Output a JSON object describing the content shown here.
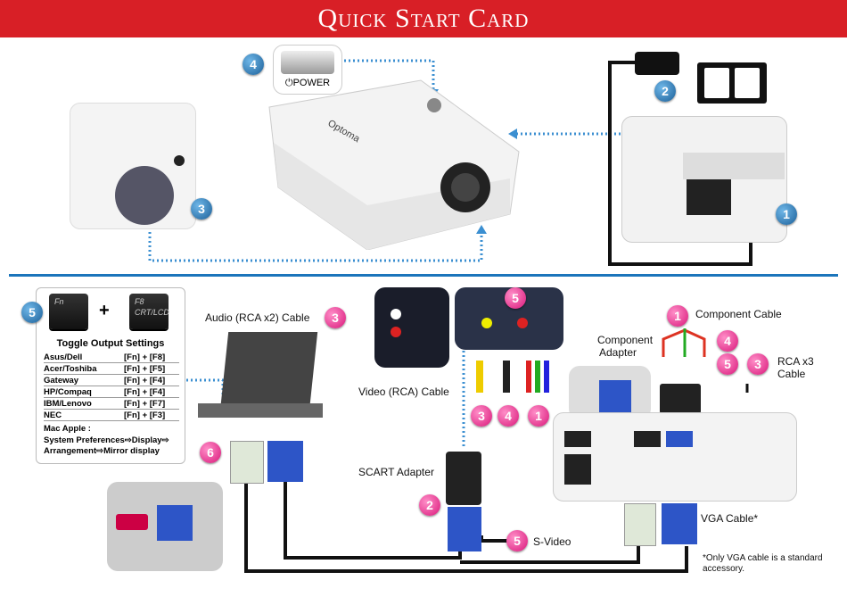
{
  "header": {
    "title": "Quick Start Card"
  },
  "top": {
    "power_label": "POWER",
    "badges": [
      "1",
      "2",
      "3",
      "4"
    ]
  },
  "bottom": {
    "keys": {
      "fn": "Fn",
      "f8_top": "F8",
      "f8_bottom": "CRT/LCD",
      "plus": "+"
    },
    "toggle": {
      "title": "Toggle Output Settings",
      "rows": [
        {
          "brand": "Asus/Dell",
          "keys": "[Fn] + [F8]"
        },
        {
          "brand": "Acer/Toshiba",
          "keys": "[Fn] + [F5]"
        },
        {
          "brand": "Gateway",
          "keys": "[Fn] + [F4]"
        },
        {
          "brand": "HP/Compaq",
          "keys": "[Fn] + [F4]"
        },
        {
          "brand": "IBM/Lenovo",
          "keys": "[Fn] + [F7]"
        },
        {
          "brand": "NEC",
          "keys": "[Fn] + [F3]"
        }
      ],
      "mac_title": "Mac Apple :",
      "mac_line1": "System Preferences⇨Display⇨",
      "mac_line2": "Arrangement⇨Mirror display"
    },
    "labels": {
      "audio": "Audio (RCA x2) Cable",
      "video": "Video (RCA) Cable",
      "scart": "SCART Adapter",
      "svideo": "S-Video",
      "component_cable": "Component Cable",
      "component_adapter_1": "Component",
      "component_adapter_2": "Adapter",
      "rca_1": "RCA x3",
      "rca_2": "Cable",
      "vga": "VGA Cable*",
      "note_1": "*Only VGA cable is a standard",
      "note_2": "accessory."
    },
    "badges": {
      "five": "5",
      "six": "6",
      "three": "3",
      "four": "4",
      "one": "1",
      "two": "2"
    }
  }
}
